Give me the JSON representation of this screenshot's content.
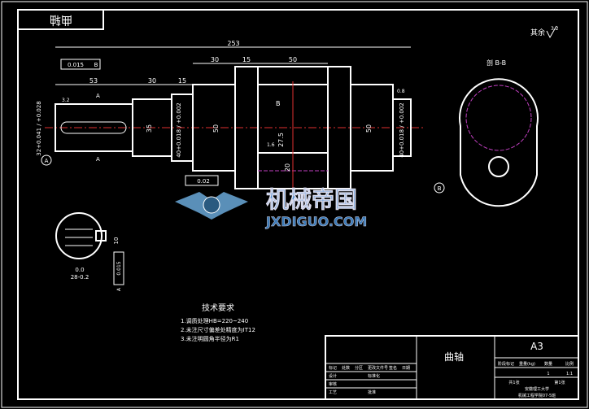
{
  "drawing": {
    "surface_roughness_label": "其余",
    "surface_roughness_value": "3.2",
    "section_view_label": "剖 B-B",
    "overall_length": "253",
    "dim_30_a": "30",
    "dim_15_a": "15",
    "dim_50_a": "50",
    "dim_53": "53",
    "dim_30_b": "30",
    "dim_15_b": "15",
    "dim_50_shaft_left": "50",
    "dim_50_shaft_right": "50",
    "dim_20": "20",
    "dim_27_5": "27.5",
    "dim_35": "35",
    "tol_left": "40+0.018 / +0.002",
    "tol_right": "40+0.018 / +0.002",
    "tol_end": "32+0.041 / +0.028",
    "gdt_frame_1": "0.015",
    "gdt_frame_1_datum": "B",
    "gdt_frame_2": "0.02",
    "datum_a": "A",
    "datum_b": "B",
    "section_marker_a": "A",
    "section_marker_b": "B",
    "roughness_small": "3.2",
    "roughness_mid": "1.6",
    "roughness_right": "0.8",
    "section_a_dim_1": "0.0",
    "section_a_dim_2": "28-0.2",
    "section_a_dim_3": "10",
    "section_a_gdt": "0.015",
    "section_a_gdt_datum": "A"
  },
  "watermark": {
    "cn_text": "机械帝国",
    "en_text": "JXDIGUO.COM"
  },
  "requirements": {
    "title": "技术要求",
    "items": [
      "1.调质处理HB=220~240",
      "2.未注尺寸偏差处精度为IT12",
      "3.未注明圆角半径为R1"
    ]
  },
  "title_block": {
    "part_name": "曲轴",
    "sheet_size": "A3",
    "col_headers": [
      "阶段标记",
      "重量(kg)",
      "数量",
      "比例"
    ],
    "qty": "1",
    "scale": "1:1",
    "row_labels": [
      "标记",
      "处数",
      "分区",
      "更改文件号",
      "签名",
      "日期"
    ],
    "designer": "设计",
    "standard": "标准化",
    "checker": "审核",
    "craft": "工艺",
    "approve": "批准",
    "sheet_info": "共1张",
    "sheet_num": "第1张",
    "school": "安徽理工大学",
    "class_info": "机械工程学院07-5班"
  }
}
